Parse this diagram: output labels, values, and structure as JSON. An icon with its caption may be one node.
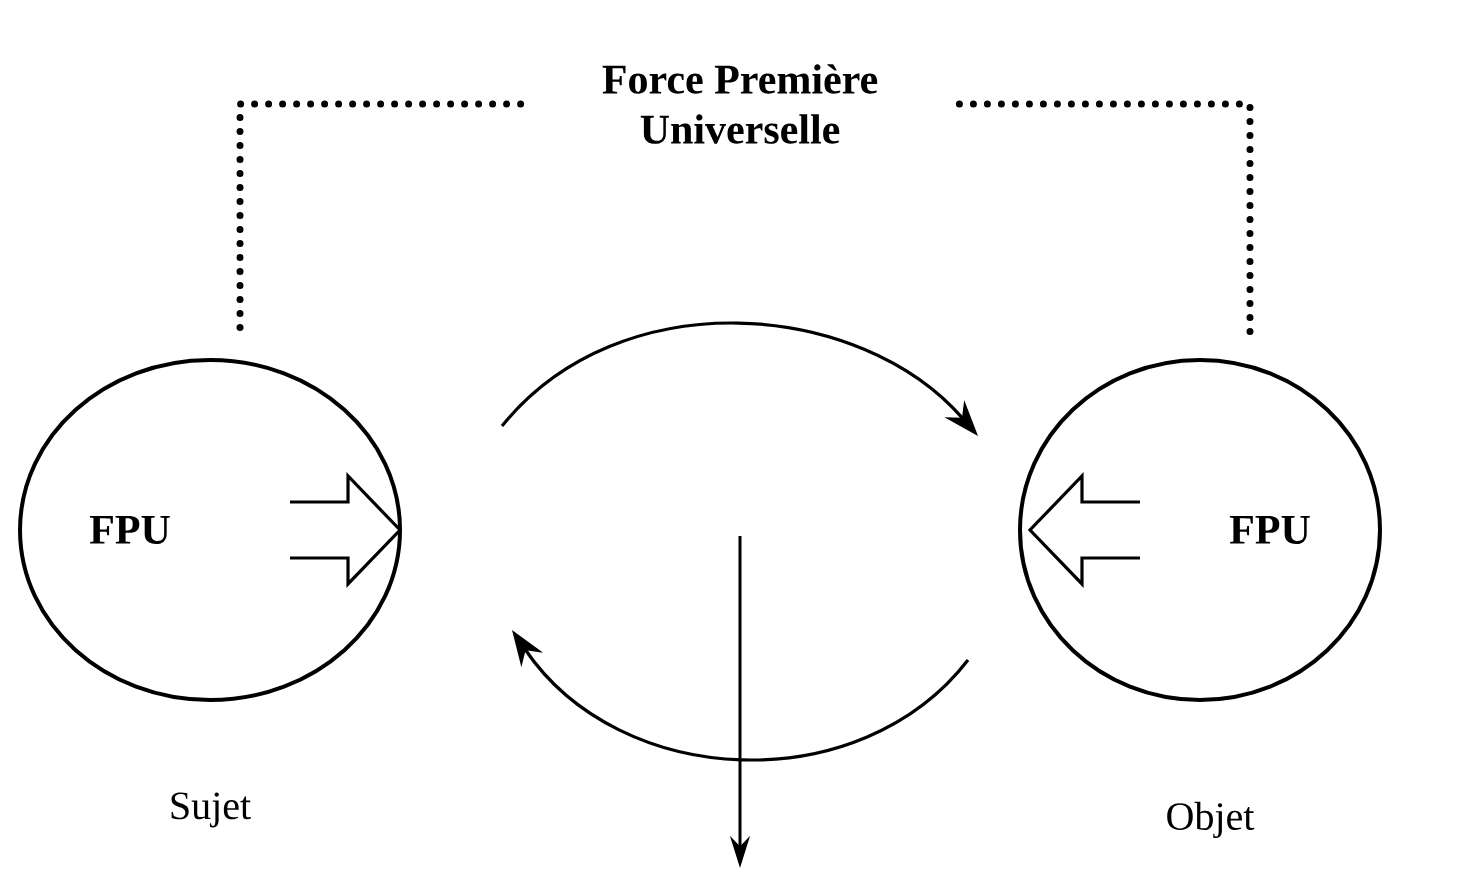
{
  "diagram": {
    "nodes": [
      {
        "text": [
          "Force Première Universelle"
        ]
      },
      {
        "text": [
          "FPU"
        ],
        "beside": [
          "Sujet"
        ]
      },
      {
        "text": [
          "FPU"
        ],
        "beside": [
          "Objet"
        ]
      }
    ],
    "edges": [
      {
        "from": 0,
        "to": 1,
        "arrow": "none",
        "style": "dashed"
      },
      {
        "from": 0,
        "to": 2,
        "arrow": "none",
        "style": "dashed"
      },
      {
        "from": 1,
        "to": 2,
        "arrow": "to"
      },
      {
        "from": 2,
        "to": 1,
        "arrow": "to"
      }
    ]
  }
}
